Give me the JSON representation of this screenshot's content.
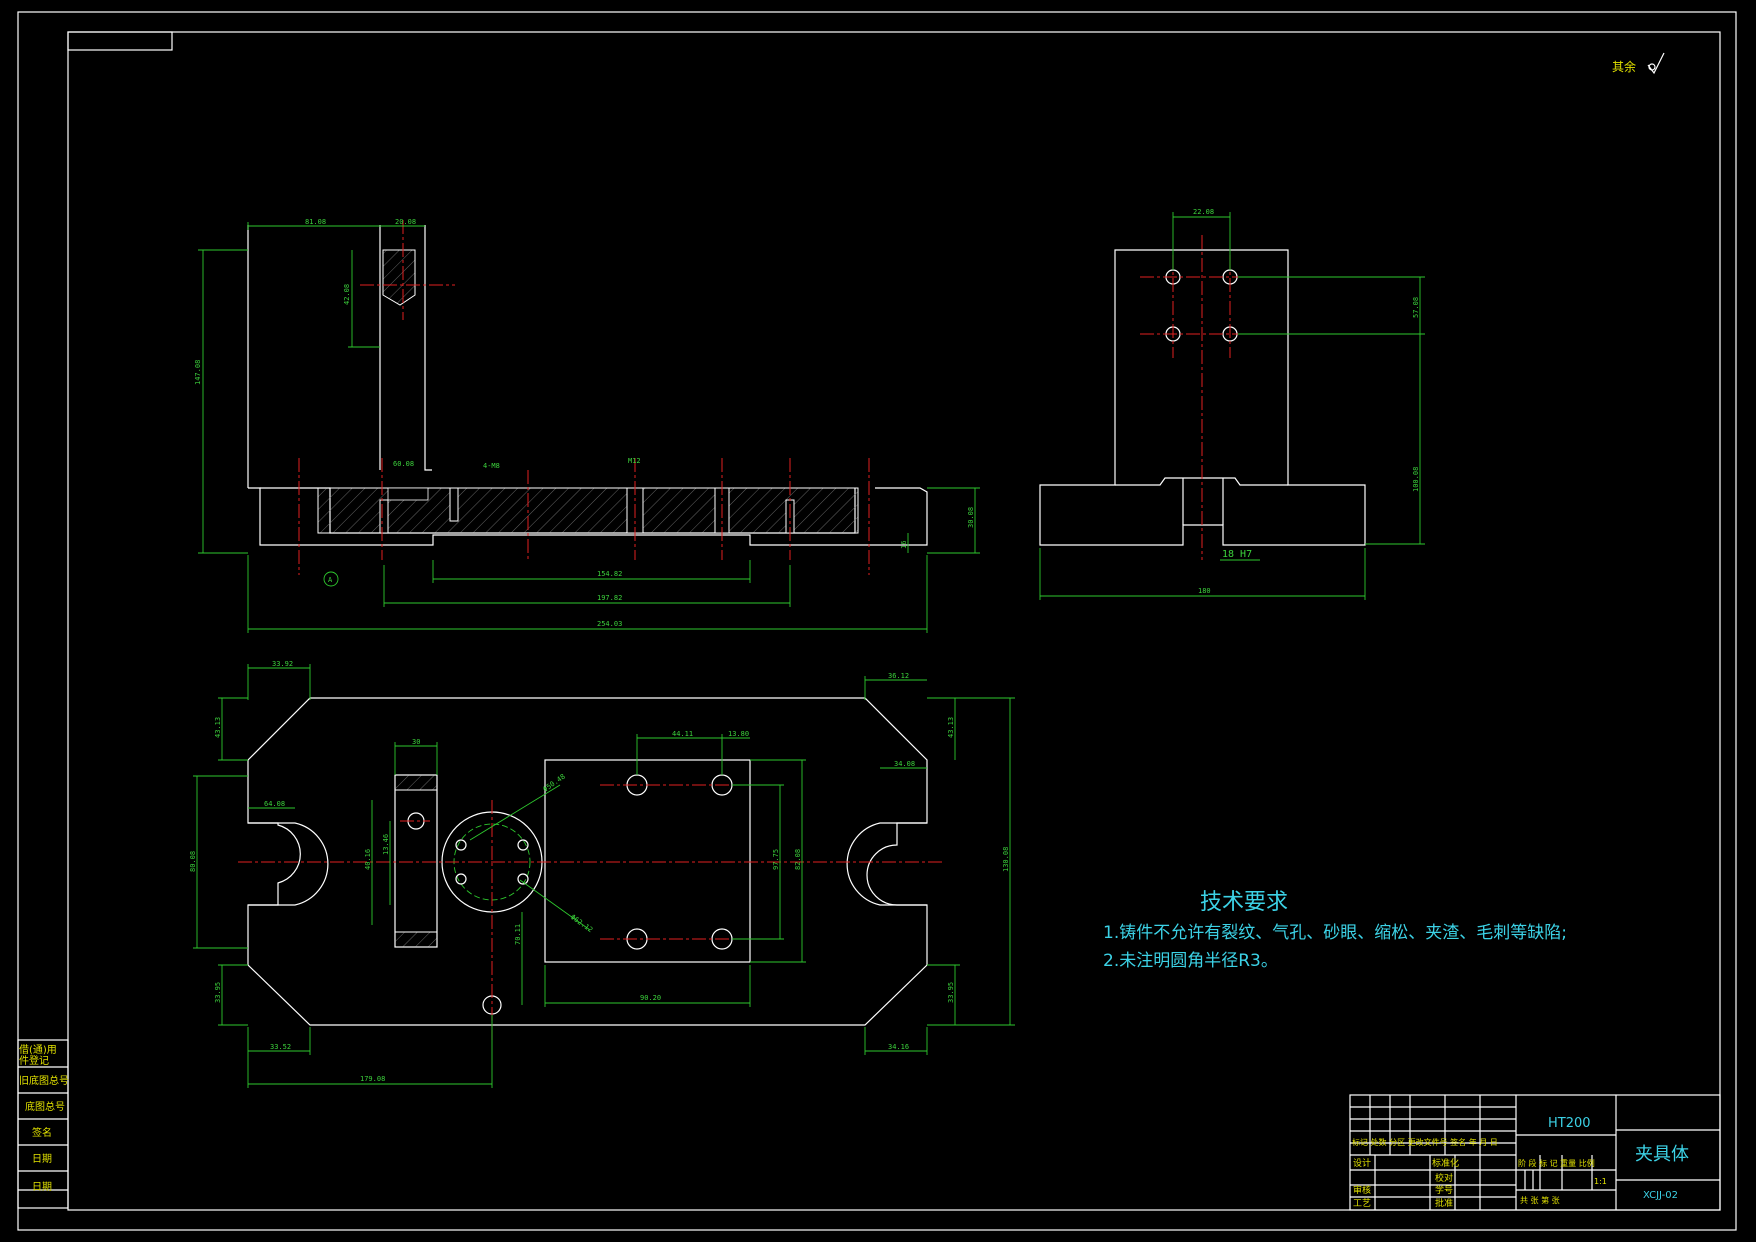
{
  "surface_mark": {
    "label": "其余"
  },
  "tech_requirements": {
    "title": "技术要求",
    "items": [
      "1.铸件不允许有裂纹、气孔、砂眼、缩松、夹渣、毛刺等缺陷;",
      "2.未注明圆角半径R3。"
    ]
  },
  "dims": {
    "front": {
      "top_w1": "81.08",
      "top_w2": "20.08",
      "left_h": "147.08",
      "h2": "42.08",
      "base_h": "30.08",
      "base_h2": "16",
      "mid1": "154.82",
      "mid2": "197.82",
      "total": "254.03",
      "step": "60.08",
      "hole": "4-M8",
      "thread": "M12"
    },
    "side": {
      "top_w": "22.08",
      "h_right": "57.08",
      "h_low": "100.08",
      "fit": "18 H7",
      "base_w": "180"
    },
    "plan": {
      "tl_w": "33.92",
      "tr_w": "36.12",
      "tl_h": "43.13",
      "tr_h": "43.13",
      "slot_w": "64.08",
      "slot_w_r": "34.08",
      "lh": "80.08",
      "rh": "130.08",
      "w30": "30",
      "plate_a": "44.11",
      "plate_b": "13.80",
      "plate_w": "90.20",
      "plate_h": "97.75",
      "plate_h2": "82.08",
      "h13": "13.46",
      "h40": "40.16",
      "bl": "33.52",
      "br": "34.16",
      "bl_h": "33.95",
      "br_h": "33.95",
      "bottom": "179.08",
      "v70": "70.11",
      "dia": "Φ50.48",
      "dia2": "Φ62.12"
    }
  },
  "left_strip": [
    "借(通)用",
    "件登记",
    "旧底图总号",
    "底图总号",
    "签名",
    "日期",
    "日期"
  ],
  "title_block": {
    "material": "HT200",
    "part_name": "夹具体",
    "drawing_no": "XCJJ-02",
    "scale": "1:1",
    "sheet": "共    张 第    张",
    "rev_header": "标记 处数 分区 更改文件号 签名 年 月 日",
    "row_labels": [
      "设计",
      "标准化",
      "审核",
      "工艺",
      "批准",
      "校对",
      "学号"
    ],
    "stage_header": "阶 段 标 记   重量   比例"
  }
}
